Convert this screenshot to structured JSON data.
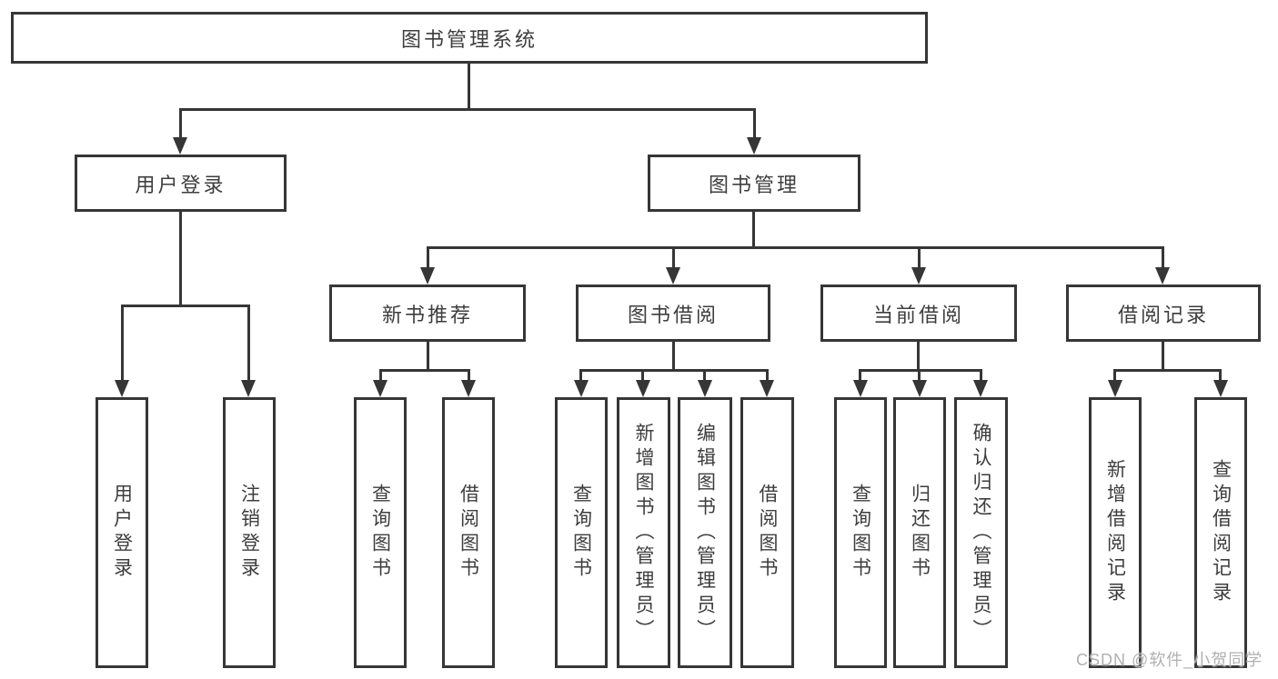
{
  "colors": {
    "line": "#363636",
    "box_border": "#363636",
    "text": "#3d3d3d",
    "watermark": "#b0b0b0",
    "background": "#ffffff"
  },
  "watermark": "CSDN @软件_小贺同学",
  "tree": {
    "root": {
      "label": "图书管理系统"
    },
    "children": [
      {
        "label": "用户登录",
        "children": [
          {
            "label": "用户登录"
          },
          {
            "label": "注销登录"
          }
        ]
      },
      {
        "label": "图书管理",
        "children": [
          {
            "label": "新书推荐",
            "children": [
              {
                "label": "查询图书"
              },
              {
                "label": "借阅图书"
              }
            ]
          },
          {
            "label": "图书借阅",
            "children": [
              {
                "label": "查询图书"
              },
              {
                "label": "新增图书（管理员）"
              },
              {
                "label": "编辑图书（管理员）"
              },
              {
                "label": "借阅图书"
              }
            ]
          },
          {
            "label": "当前借阅",
            "children": [
              {
                "label": "查询图书"
              },
              {
                "label": "归还图书"
              },
              {
                "label": "确认归还（管理员）"
              }
            ]
          },
          {
            "label": "借阅记录",
            "children": [
              {
                "label": "新增借阅记录"
              },
              {
                "label": "查询借阅记录"
              }
            ]
          }
        ]
      }
    ]
  }
}
